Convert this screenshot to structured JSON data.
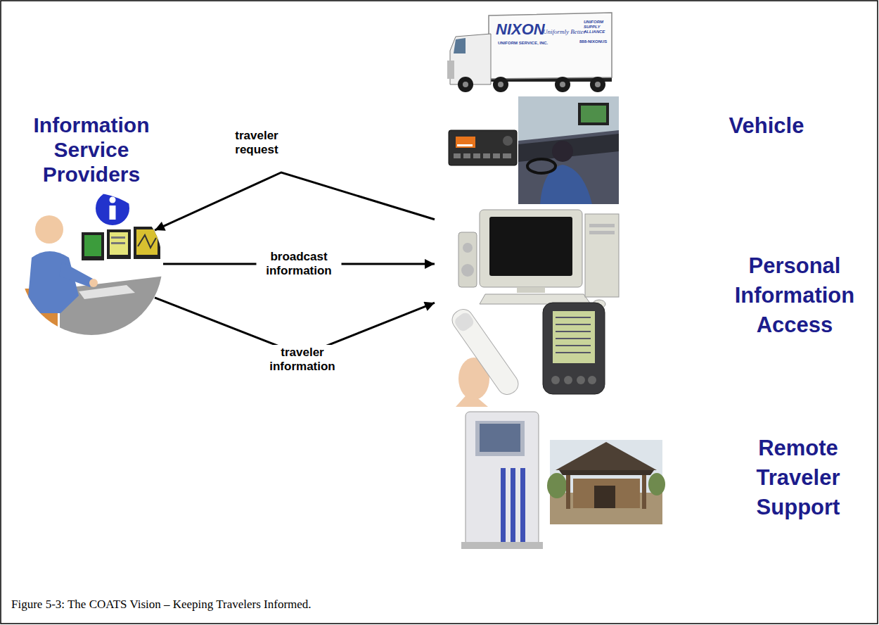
{
  "diagram": {
    "caption": "Figure 5-3: The COATS Vision – Keeping Travelers Informed.",
    "nodes": [
      {
        "text": [
          "Information Service Providers"
        ]
      },
      {
        "text": [
          "Vehicle",
          "Personal Information Access",
          "Remote Traveler Support"
        ]
      }
    ],
    "edges": [
      {
        "from": 1,
        "to": 0,
        "arrow": "to",
        "label": "traveler request"
      },
      {
        "from": 0,
        "to": 1,
        "arrow": "to",
        "label": "broadcast information"
      },
      {
        "from": 0,
        "to": 1,
        "arrow": "to",
        "label": "traveler information"
      }
    ],
    "labels": [
      "NIXON",
      "UNIFORM SERVICE, INC.",
      "Uniformly Better",
      "UNIFORM SUPPLY ALLIANCE",
      "888-NIXONUS"
    ]
  }
}
